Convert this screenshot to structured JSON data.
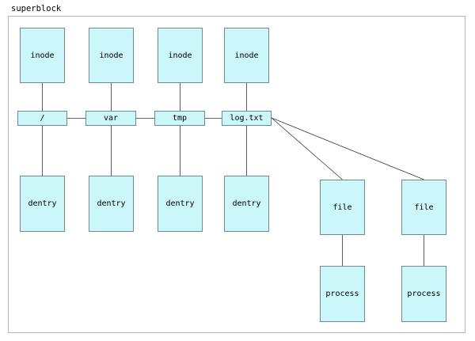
{
  "superblock": {
    "label": "superblock"
  },
  "colors": {
    "box_fill": "#ccf7fa",
    "box_border": "#6d8a8d",
    "line": "#333333",
    "frame": "#b8b8b8"
  },
  "inodes": [
    {
      "label": "inode"
    },
    {
      "label": "inode"
    },
    {
      "label": "inode"
    },
    {
      "label": "inode"
    }
  ],
  "path": [
    {
      "label": "/"
    },
    {
      "label": "var"
    },
    {
      "label": "tmp"
    },
    {
      "label": "log.txt"
    }
  ],
  "dentries": [
    {
      "label": "dentry"
    },
    {
      "label": "dentry"
    },
    {
      "label": "dentry"
    },
    {
      "label": "dentry"
    }
  ],
  "files": [
    {
      "label": "file"
    },
    {
      "label": "file"
    }
  ],
  "processes": [
    {
      "label": "process"
    },
    {
      "label": "process"
    }
  ]
}
